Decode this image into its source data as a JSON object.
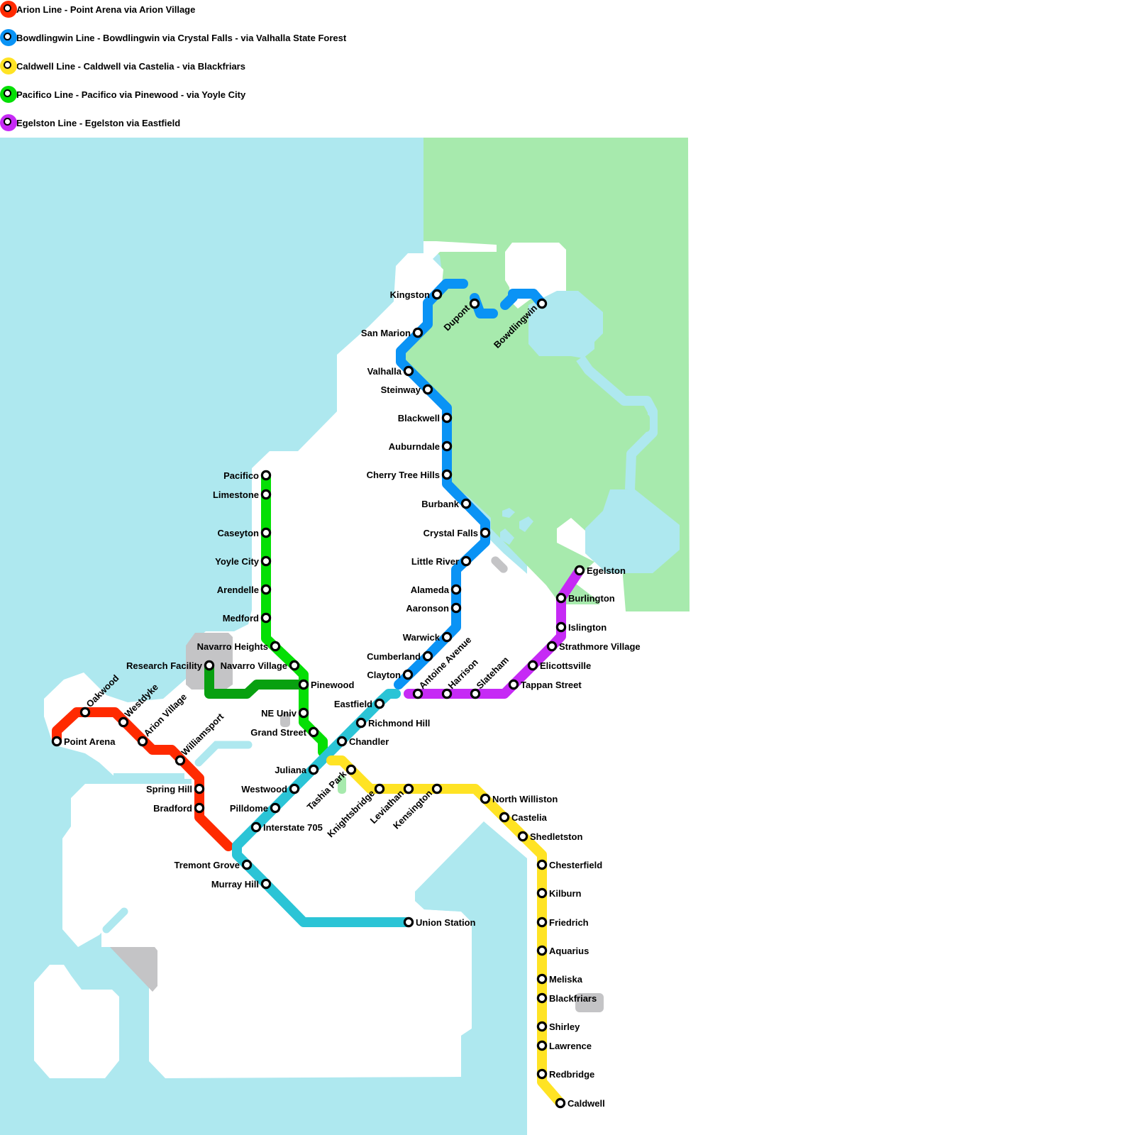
{
  "legend": [
    {
      "id": "arion",
      "label": "Arion Line - Point Arena via Arion Village",
      "color": "#ff2a00"
    },
    {
      "id": "bowdlingwin",
      "label": "Bowdlingwin Line - Bowdlingwin via Crystal Falls - via Valhalla State Forest",
      "color": "#0a93f5"
    },
    {
      "id": "caldwell",
      "label": "Caldwell Line - Caldwell via Castelia - via Blackfriars",
      "color": "#ffe324"
    },
    {
      "id": "pacifico",
      "label": "Pacifico Line - Pacifico via Pinewood - via Yoyle City",
      "color": "#05df05"
    },
    {
      "id": "egelston",
      "label": "Egelston Line - Egelston via Eastfield",
      "color": "#c62af5"
    }
  ],
  "colors": {
    "water": "#aee8ef",
    "forest": "#a7eaad",
    "facility": "#c4c4c6",
    "cyan_line": "#2bc4d6",
    "branch_green": "#08a010",
    "land": "#ffffff"
  },
  "lines": {
    "arion": {
      "stations": [
        "Point Arena",
        "Oakwood",
        "Westdyke",
        "Arion Village",
        "Williamsport",
        "Spring Hill",
        "Bradford"
      ]
    },
    "bowdlingwin": {
      "stations": [
        "Bowdlingwin",
        "Dupont",
        "Kingston",
        "San Marion",
        "Valhalla",
        "Steinway",
        "Blackwell",
        "Auburndale",
        "Cherry Tree Hills",
        "Burbank",
        "Crystal Falls",
        "Little River",
        "Alameda",
        "Aaronson",
        "Warwick",
        "Cumberland",
        "Clayton"
      ]
    },
    "caldwell": {
      "stations": [
        "Tashia Park",
        "Knightsbridge",
        "Leviathan",
        "Kensington",
        "North Williston",
        "Castelia",
        "Shedletston",
        "Chesterfield",
        "Kilburn",
        "Friedrich",
        "Aquarius",
        "Meliska",
        "Blackfriars",
        "Shirley",
        "Lawrence",
        "Redbridge",
        "Caldwell"
      ]
    },
    "pacifico": {
      "stations": [
        "Pacifico",
        "Limestone",
        "Caseyton",
        "Yoyle City",
        "Arendelle",
        "Medford",
        "Navarro Heights",
        "Navarro Village",
        "Pinewood",
        "NE Univ",
        "Grand Street"
      ]
    },
    "pacifico_branch": {
      "stations": [
        "Research Facility",
        "Pinewood"
      ]
    },
    "egelston": {
      "stations": [
        "Egelston",
        "Burlington",
        "Islington",
        "Strathmore Village",
        "Elicottsville",
        "Tappan Street",
        "Slateham",
        "Harrison",
        "Antoine Avenue"
      ]
    },
    "cyan": {
      "stations": [
        "Eastfield",
        "Richmond Hill",
        "Chandler",
        "Juliana",
        "Westwood",
        "Pilldome",
        "Interstate 705",
        "Tremont Grove",
        "Murray Hill",
        "Union Station"
      ]
    }
  },
  "stations": [
    {
      "name": "Point Arena",
      "line": "arion"
    },
    {
      "name": "Oakwood",
      "line": "arion"
    },
    {
      "name": "Westdyke",
      "line": "arion"
    },
    {
      "name": "Arion Village",
      "line": "arion"
    },
    {
      "name": "Williamsport",
      "line": "arion"
    },
    {
      "name": "Spring Hill",
      "line": "arion"
    },
    {
      "name": "Bradford",
      "line": "arion"
    },
    {
      "name": "Kingston",
      "line": "bowdlingwin"
    },
    {
      "name": "Dupont",
      "line": "bowdlingwin"
    },
    {
      "name": "Bowdlingwin",
      "line": "bowdlingwin"
    },
    {
      "name": "San Marion",
      "line": "bowdlingwin"
    },
    {
      "name": "Valhalla",
      "line": "bowdlingwin"
    },
    {
      "name": "Steinway",
      "line": "bowdlingwin"
    },
    {
      "name": "Blackwell",
      "line": "bowdlingwin"
    },
    {
      "name": "Auburndale",
      "line": "bowdlingwin"
    },
    {
      "name": "Cherry Tree Hills",
      "line": "bowdlingwin"
    },
    {
      "name": "Burbank",
      "line": "bowdlingwin"
    },
    {
      "name": "Crystal Falls",
      "line": "bowdlingwin"
    },
    {
      "name": "Little River",
      "line": "bowdlingwin"
    },
    {
      "name": "Alameda",
      "line": "bowdlingwin"
    },
    {
      "name": "Aaronson",
      "line": "bowdlingwin"
    },
    {
      "name": "Warwick",
      "line": "bowdlingwin"
    },
    {
      "name": "Cumberland",
      "line": "bowdlingwin"
    },
    {
      "name": "Clayton",
      "line": "bowdlingwin"
    },
    {
      "name": "Pacifico",
      "line": "pacifico"
    },
    {
      "name": "Limestone",
      "line": "pacifico"
    },
    {
      "name": "Caseyton",
      "line": "pacifico"
    },
    {
      "name": "Yoyle City",
      "line": "pacifico"
    },
    {
      "name": "Arendelle",
      "line": "pacifico"
    },
    {
      "name": "Medford",
      "line": "pacifico"
    },
    {
      "name": "Navarro Heights",
      "line": "pacifico"
    },
    {
      "name": "Navarro Village",
      "line": "pacifico"
    },
    {
      "name": "Pinewood",
      "line": "pacifico"
    },
    {
      "name": "NE Univ",
      "line": "pacifico"
    },
    {
      "name": "Grand Street",
      "line": "pacifico"
    },
    {
      "name": "Research Facility",
      "line": "pacifico_branch"
    },
    {
      "name": "Eastfield",
      "line": "cyan"
    },
    {
      "name": "Richmond Hill",
      "line": "cyan"
    },
    {
      "name": "Chandler",
      "line": "cyan"
    },
    {
      "name": "Juliana",
      "line": "cyan"
    },
    {
      "name": "Westwood",
      "line": "cyan"
    },
    {
      "name": "Pilldome",
      "line": "cyan"
    },
    {
      "name": "Interstate 705",
      "line": "cyan"
    },
    {
      "name": "Tremont Grove",
      "line": "cyan"
    },
    {
      "name": "Murray Hill",
      "line": "cyan"
    },
    {
      "name": "Union Station",
      "line": "cyan"
    },
    {
      "name": "Antoine Avenue",
      "line": "egelston"
    },
    {
      "name": "Harrison",
      "line": "egelston"
    },
    {
      "name": "Slateham",
      "line": "egelston"
    },
    {
      "name": "Tappan Street",
      "line": "egelston"
    },
    {
      "name": "Elicottsville",
      "line": "egelston"
    },
    {
      "name": "Strathmore Village",
      "line": "egelston"
    },
    {
      "name": "Islington",
      "line": "egelston"
    },
    {
      "name": "Burlington",
      "line": "egelston"
    },
    {
      "name": "Egelston",
      "line": "egelston"
    },
    {
      "name": "Tashia Park",
      "line": "caldwell"
    },
    {
      "name": "Knightsbridge",
      "line": "caldwell"
    },
    {
      "name": "Leviathan",
      "line": "caldwell"
    },
    {
      "name": "Kensington",
      "line": "caldwell"
    },
    {
      "name": "North Williston",
      "line": "caldwell"
    },
    {
      "name": "Castelia",
      "line": "caldwell"
    },
    {
      "name": "Shedletston",
      "line": "caldwell"
    },
    {
      "name": "Chesterfield",
      "line": "caldwell"
    },
    {
      "name": "Kilburn",
      "line": "caldwell"
    },
    {
      "name": "Friedrich",
      "line": "caldwell"
    },
    {
      "name": "Aquarius",
      "line": "caldwell"
    },
    {
      "name": "Meliska",
      "line": "caldwell"
    },
    {
      "name": "Blackfriars",
      "line": "caldwell"
    },
    {
      "name": "Shirley",
      "line": "caldwell"
    },
    {
      "name": "Lawrence",
      "line": "caldwell"
    },
    {
      "name": "Redbridge",
      "line": "caldwell"
    },
    {
      "name": "Caldwell",
      "line": "caldwell"
    }
  ]
}
